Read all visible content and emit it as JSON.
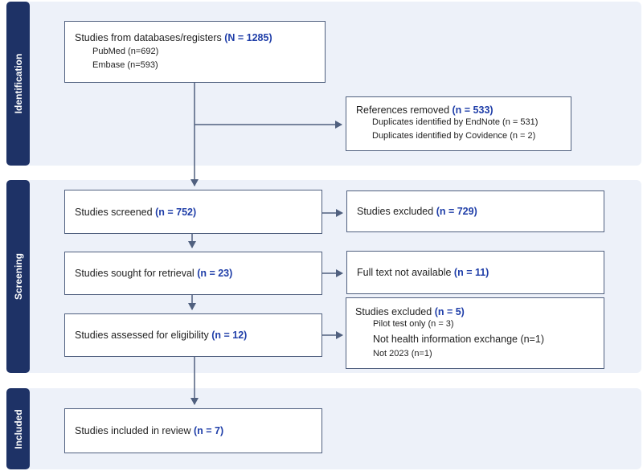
{
  "phases": {
    "identification": "Identification",
    "screening": "Screening",
    "included": "Included"
  },
  "boxes": {
    "records": {
      "text": "Studies from databases/registers",
      "count": "(N = 1285)",
      "items": [
        "PubMed (n=692)",
        "Embase (n=593)"
      ]
    },
    "removed": {
      "text": "References removed",
      "count": "(n = 533)",
      "items": [
        "Duplicates identified by EndNote (n = 531)",
        "Duplicates identified by Covidence (n = 2)"
      ]
    },
    "screened": {
      "text": "Studies screened",
      "count": "(n = 752)"
    },
    "excluded_screen": {
      "text": "Studies excluded",
      "count": "(n = 729)"
    },
    "retrieval": {
      "text": "Studies sought for retrieval",
      "count": "(n = 23)"
    },
    "not_available": {
      "text": "Full text not available",
      "count": "(n = 11)"
    },
    "eligibility": {
      "text": "Studies assessed for eligibility",
      "count": "(n = 12)"
    },
    "excluded_elig": {
      "text": "Studies excluded",
      "count": "(n = 5)",
      "items": [
        "Pilot test only (n = 3)",
        "Not health information exchange (n=1)",
        "Not 2023 (n=1)"
      ]
    },
    "included": {
      "text": "Studies included in review",
      "count": "(n = 7)"
    }
  },
  "colors": {
    "tab": "#1e3266",
    "panel": "#edf1f9",
    "count": "#1f3ea8",
    "border": "#50607f"
  }
}
